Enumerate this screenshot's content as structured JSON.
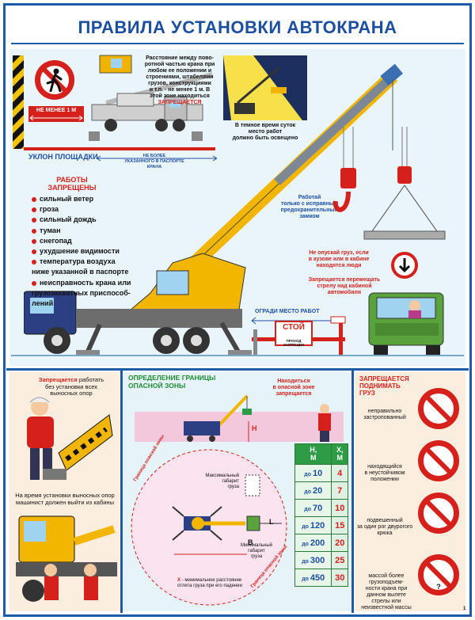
{
  "title": "ПРАВИЛА УСТАНОВКИ АВТОКРАНА",
  "page_number": "1",
  "top": {
    "min_distance": "НЕ МЕНЕЕ 1 М",
    "slope_heading": "УКЛОН ПЛОЩАДКИ",
    "slope_note_1": "НЕ БОЛЕЕ",
    "slope_note_2": "УКАЗАННОГО В ПАСПОРТЕ КРАНА",
    "distance_rule_1": "Расстояние между пово-",
    "distance_rule_2": "ротной частью крана при",
    "distance_rule_3": "любом ее положении и",
    "distance_rule_4": "строениями, штабелями",
    "distance_rule_5": "грузов, конструкциями",
    "distance_rule_6": "и т.п. - не менее 1 м. В",
    "distance_rule_7": "этой зоне находиться",
    "distance_rule_8": "ЗАПРЕЩАЕТСЯ",
    "night_rule_1": "В темное время суток",
    "night_rule_2": "место работ",
    "night_rule_3": "должно быть освещено",
    "prohibited_heading_1": "РАБОТЫ",
    "prohibited_heading_2": "ЗАПРЕЩЕНЫ",
    "prohibited": [
      "сильный ветер",
      "гроза",
      "сильный дождь",
      "туман",
      "снегопад",
      "ухудшение видимости",
      "температура воздуха",
      "ниже указанной в паспорте",
      "неисправность крана или",
      "грузозахватных приспособ-",
      "лений"
    ],
    "latch_1": "Работай",
    "latch_2": "только с исправным",
    "latch_3": "предохранительным",
    "latch_4": "замком",
    "lowering_1": "Не опускай груз, если",
    "lowering_2": "в кузове или в кабине",
    "lowering_3": "находятся люди",
    "over_cab_1": "Запрещается перемещать",
    "over_cab_2": "стрелу над кабиной",
    "over_cab_3": "автомобиля",
    "fence_heading": "ОГРАДИ МЕСТО РАБОТ",
    "stop_sign": "СТОЙ",
    "no_passage": "ПРОХОД ЗАПРЕЩЕН"
  },
  "bottom_left": {
    "rule_1a": "Запрещается ",
    "rule_1b": "работать",
    "rule_2": "без установки всех",
    "rule_3": "выносных опор",
    "exit_1": "На время установки выносных опор",
    "exit_2": "машинист должен выйти из кабины"
  },
  "bottom_mid": {
    "heading_1": "ОПРЕДЕЛЕНИЕ ГРАНИЦЫ",
    "heading_2": "ОПАСНОЙ ЗОНЫ",
    "note_1": "Находиться",
    "note_2": "в опасной зоне",
    "note_3": "запрещается",
    "h_label": "Н",
    "max_dim_1": "Максимальный",
    "max_dim_2": "габарит",
    "max_dim_3": "груза",
    "min_dim_1": "Минимальный",
    "min_dim_2": "габарит",
    "min_dim_3": "груза",
    "b_label": "В",
    "l_label": "L",
    "x_label": "Х",
    "x_note_1": " - минимальное расстояние",
    "x_note_2": "отлета груза при его падении",
    "boundary": "Граница опасной зоны"
  },
  "table": {
    "h_col_1": "Н,",
    "h_col_2": "М",
    "x_col_1": "Х,",
    "x_col_2": "М",
    "prefix": "до ",
    "rows": [
      {
        "h": "10",
        "x": "4"
      },
      {
        "h": "20",
        "x": "7"
      },
      {
        "h": "70",
        "x": "10"
      },
      {
        "h": "120",
        "x": "15"
      },
      {
        "h": "200",
        "x": "20"
      },
      {
        "h": "300",
        "x": "25"
      },
      {
        "h": "450",
        "x": "30"
      },
      {
        "h": "",
        "x": ""
      }
    ]
  },
  "bottom_right": {
    "heading_1": "ЗАПРЕЩАЕТСЯ",
    "heading_2": "ПОДНИМАТЬ",
    "heading_3": "ГРУЗ",
    "items": [
      {
        "line1": "неправильно",
        "line2": "застропованный"
      },
      {
        "line1": "находящийся",
        "line2": "в неустойчивом",
        "line3": "положении"
      },
      {
        "line1": "подвешенный",
        "line2": "за один рог двурогого крюка"
      },
      {
        "line1": "массой более",
        "line2": "грузоподъем-",
        "line3": "ности крана при",
        "line4": "данном вылете",
        "line5": "стрелы или неизвестной массы"
      }
    ],
    "question": "?"
  },
  "colors": {
    "accent_blue": "#1d5aa8",
    "warning_red": "#d6201c",
    "crane_yellow": "#f2b600",
    "zone_green": "#2e9b47"
  }
}
